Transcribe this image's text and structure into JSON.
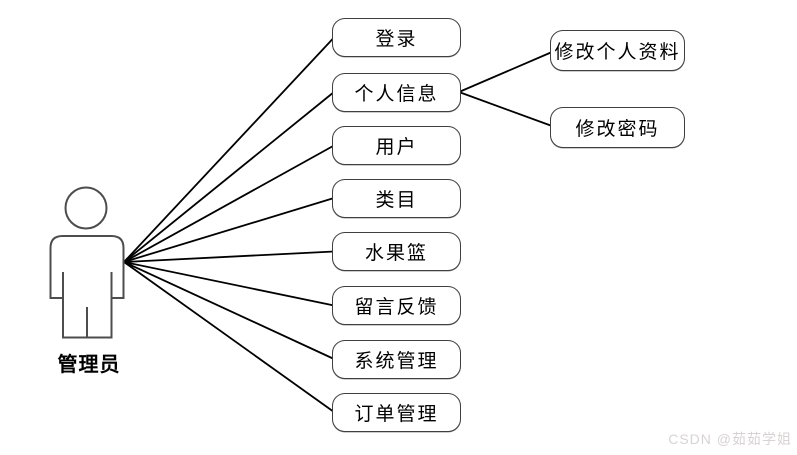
{
  "diagram": {
    "type": "uml-use-case",
    "actor": {
      "label": "管理员"
    },
    "use_cases": [
      {
        "id": "login",
        "label": "登录"
      },
      {
        "id": "personal-info",
        "label": "个人信息"
      },
      {
        "id": "users",
        "label": "用户"
      },
      {
        "id": "categories",
        "label": "类目"
      },
      {
        "id": "fruit-basket",
        "label": "水果篮"
      },
      {
        "id": "feedback",
        "label": "留言反馈"
      },
      {
        "id": "system-management",
        "label": "系统管理"
      },
      {
        "id": "order-management",
        "label": "订单管理"
      }
    ],
    "sub_use_cases": [
      {
        "id": "edit-profile",
        "label": "修改个人资料",
        "parent": "个人信息"
      },
      {
        "id": "change-password",
        "label": "修改密码",
        "parent": "个人信息"
      }
    ],
    "connections": [
      [
        "管理员",
        "登录"
      ],
      [
        "管理员",
        "个人信息"
      ],
      [
        "管理员",
        "用户"
      ],
      [
        "管理员",
        "类目"
      ],
      [
        "管理员",
        "水果篮"
      ],
      [
        "管理员",
        "留言反馈"
      ],
      [
        "管理员",
        "系统管理"
      ],
      [
        "管理员",
        "订单管理"
      ],
      [
        "个人信息",
        "修改个人资料"
      ],
      [
        "个人信息",
        "修改密码"
      ]
    ]
  },
  "watermark": {
    "text": "CSDN @茹茹学姐"
  },
  "colors": {
    "background": "#ffffff",
    "connector_line": "#000000",
    "box_border": "#3f3f3f",
    "box_fill": "#ffffff",
    "text": "#000000",
    "actor_outline": "#4d4d4d",
    "watermark_text": "#d7d3d3"
  }
}
